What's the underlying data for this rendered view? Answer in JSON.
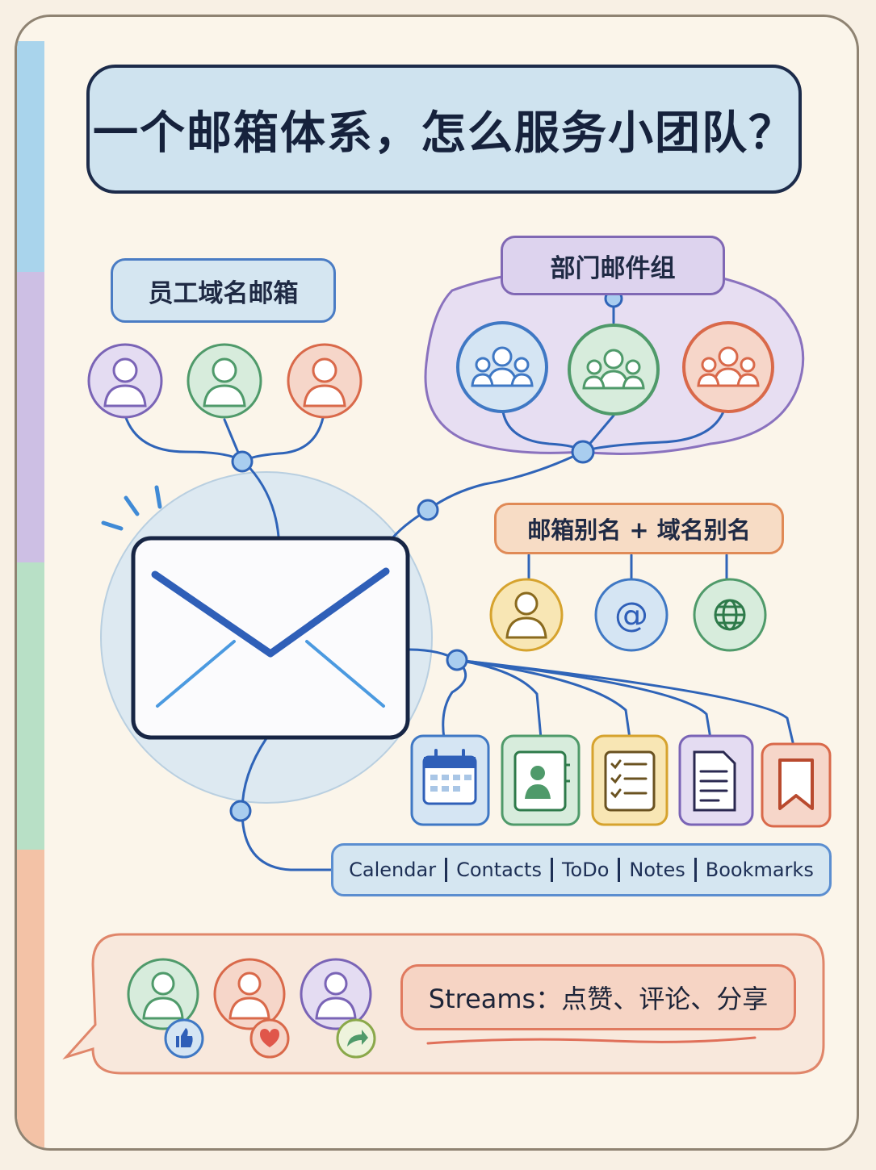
{
  "title": "一个邮箱体系，怎么服务小团队？",
  "employee_box": "员工域名邮箱",
  "dept_box": "部门邮件组",
  "alias_box": "邮箱别名 + 域名别名",
  "apps": [
    "Calendar",
    "Contacts",
    "ToDo",
    "Notes",
    "Bookmarks"
  ],
  "streams_box": "Streams：点赞、评论、分享",
  "colors": {
    "blue": "#4a7cc4",
    "green": "#4f9a6a",
    "orange": "#e07a5f",
    "purple": "#8068b4",
    "yellow": "#e0b23a",
    "navy": "#1c2b4a"
  },
  "icons": {
    "employees": [
      "person-icon",
      "person-icon",
      "person-icon"
    ],
    "departments": [
      "group-icon",
      "group-icon",
      "group-icon"
    ],
    "aliases": [
      "person-icon",
      "at-icon",
      "globe-icon"
    ],
    "apps": [
      "calendar-icon",
      "contacts-icon",
      "checklist-icon",
      "notes-icon",
      "bookmark-icon"
    ],
    "reactions": [
      "like-icon",
      "heart-icon",
      "share-icon"
    ]
  }
}
